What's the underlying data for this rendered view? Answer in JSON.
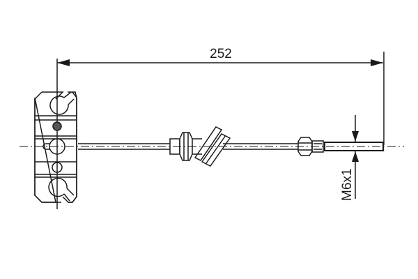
{
  "diagram": {
    "type": "technical-drawing",
    "subject": "brake cable",
    "dimensions": {
      "overall_length": "252",
      "thread": "M6x1"
    },
    "colors": {
      "line": "#1a1a1a",
      "background": "#ffffff"
    }
  }
}
